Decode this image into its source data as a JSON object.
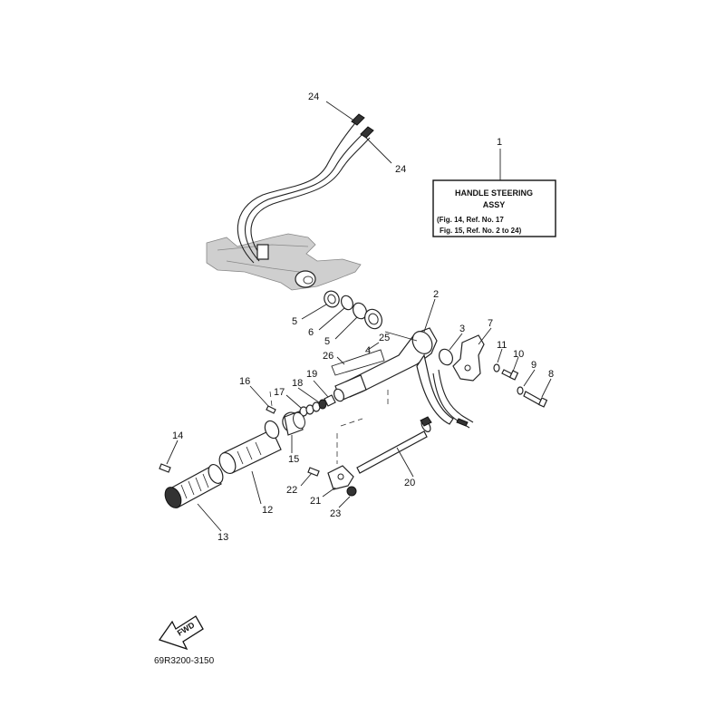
{
  "info_box": {
    "ref_number": "1",
    "title_line1": "HANDLE STEERING",
    "title_line2": "ASSY",
    "ref_line1": "(Fig. 14, Ref. No. 17",
    "ref_line2": "Fig. 15, Ref. No. 2 to 24)"
  },
  "callouts": {
    "c24a": "24",
    "c24b": "24",
    "c2": "2",
    "c3": "3",
    "c4": "4",
    "c5a": "5",
    "c5b": "5",
    "c6": "6",
    "c7": "7",
    "c8": "8",
    "c9": "9",
    "c10": "10",
    "c11": "11",
    "c12": "12",
    "c13": "13",
    "c14": "14",
    "c15": "15",
    "c16": "16",
    "c17": "17",
    "c18": "18",
    "c19": "19",
    "c20": "20",
    "c21": "21",
    "c22": "22",
    "c23": "23",
    "c25": "25",
    "c26": "26"
  },
  "fwd_label": "FWD",
  "diagram_code": "69R3200-3150"
}
